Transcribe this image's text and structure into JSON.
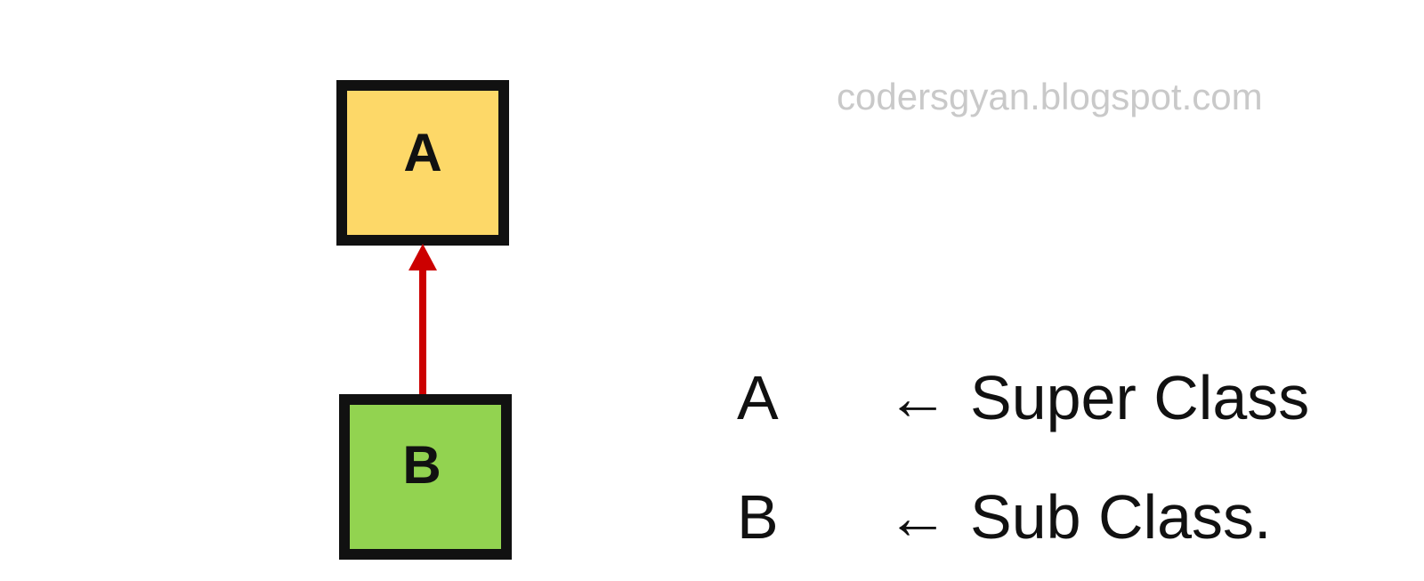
{
  "diagram": {
    "box_a": {
      "label": "A",
      "fill": "#fdd868"
    },
    "box_b": {
      "label": "B",
      "fill": "#92d350"
    },
    "arrow_color": "#cc0000",
    "border_color": "#111111"
  },
  "watermark": "codersgyan.blogspot.com",
  "legend": [
    {
      "key": "A",
      "arrow": "←",
      "desc": "Super Class"
    },
    {
      "key": "B",
      "arrow": "←",
      "desc": "Sub Class."
    }
  ]
}
